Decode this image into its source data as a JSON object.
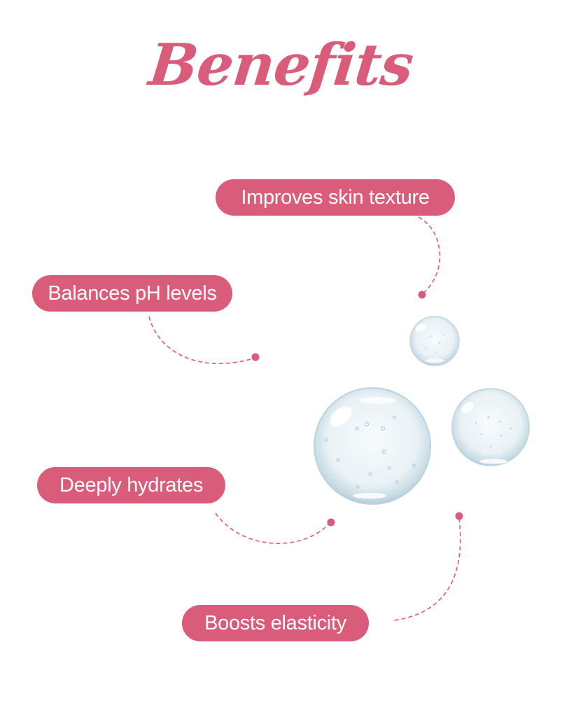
{
  "title": "Benefits",
  "colors": {
    "accent": "#D95C7A",
    "background": "#FFFFFF",
    "droplet": "#D6E6EE"
  },
  "benefits": [
    {
      "label": "Improves skin texture",
      "icon": "connector-dot"
    },
    {
      "label": "Balances pH levels",
      "icon": "connector-dot"
    },
    {
      "label": "Deeply hydrates",
      "icon": "connector-dot"
    },
    {
      "label": "Boosts elasticity",
      "icon": "connector-dot"
    }
  ],
  "illustration": "water-droplets-icon"
}
